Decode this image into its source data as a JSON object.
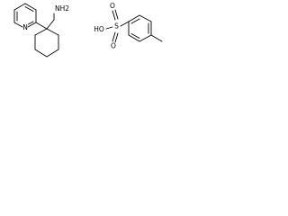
{
  "structure": {
    "amine_label": "NH2",
    "pyridine_n_label": "N",
    "sulfonyl_o_top_label": "O",
    "sulfonyl_o_bottom_label": "O",
    "sulfur_label": "S",
    "hydroxyl_label": "HO"
  }
}
